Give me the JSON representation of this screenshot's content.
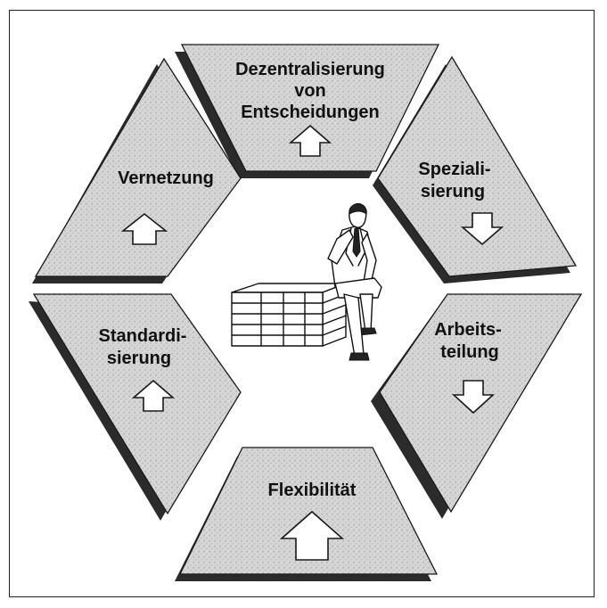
{
  "diagram": {
    "segments": [
      {
        "id": "top",
        "lines": [
          "Dezentralisierung",
          "von",
          "Entscheidungen"
        ],
        "arrow": "up"
      },
      {
        "id": "upper-right",
        "lines": [
          "Speziali-",
          "sierung"
        ],
        "arrow": "down"
      },
      {
        "id": "lower-right",
        "lines": [
          "Arbeits-",
          "teilung"
        ],
        "arrow": "down"
      },
      {
        "id": "bottom",
        "lines": [
          "Flexibilität"
        ],
        "arrow": "up"
      },
      {
        "id": "lower-left",
        "lines": [
          "Standardi-",
          "sierung"
        ],
        "arrow": "up"
      },
      {
        "id": "upper-left",
        "lines": [
          "Vernetzung"
        ],
        "arrow": "up"
      }
    ],
    "center_illustration": "businessman-sitting-on-data-table"
  }
}
